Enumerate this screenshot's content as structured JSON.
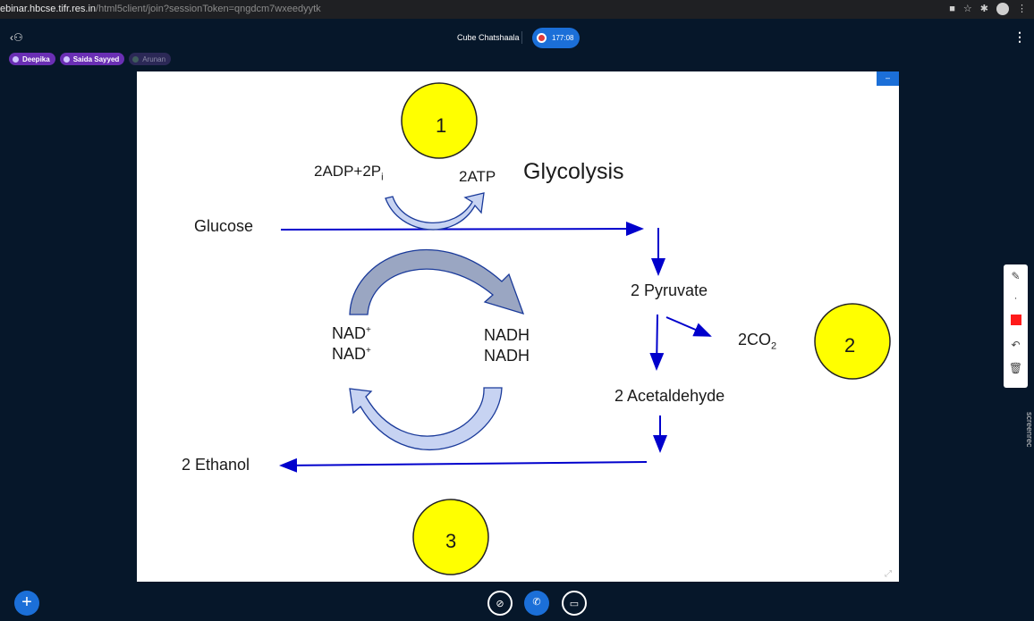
{
  "browser": {
    "url_host": "ebinar.hbcse.tifr.res.in",
    "url_path": "/html5client/join?sessionToken=qngdcm7wxeedyytk"
  },
  "meeting": {
    "name": "Cube Chatshaala",
    "recording_time": "177:08"
  },
  "talkers": [
    "Deepika",
    "Saida Sayyed",
    "Arunan"
  ],
  "slide": {
    "labels": {
      "num1": "1",
      "num2": "2",
      "num3": "3",
      "adp": "2ADP+2P",
      "adp_sub": "i",
      "atp": "2ATP",
      "glycolysis": "Glycolysis",
      "glucose": "Glucose",
      "pyruvate": "2 Pyruvate",
      "co2": "2CO",
      "co2_sub": "2",
      "nad1": "NAD",
      "nad1_sup": "+",
      "nad2": "NAD",
      "nad2_sup": "+",
      "nadh1": "NADH",
      "nadh2": "NADH",
      "acetaldehyde": "2 Acetaldehyde",
      "ethanol": "2 Ethanol"
    },
    "colors": {
      "circle_fill": "#ffff00",
      "arrow_blue": "#0000cc",
      "curved_arrow_light": "#c7d3f2",
      "curved_arrow_dark": "#9aa6c2"
    }
  },
  "sidebar_watermark": "screenrec",
  "icons": {
    "user": "user-icon",
    "more": "kebab-icon",
    "pencil": "pencil-icon",
    "undo": "undo-icon",
    "trash": "trash-icon",
    "add": "plus-icon",
    "mic": "mic-muted-icon",
    "phone": "phone-icon",
    "camera": "camera-off-icon"
  }
}
